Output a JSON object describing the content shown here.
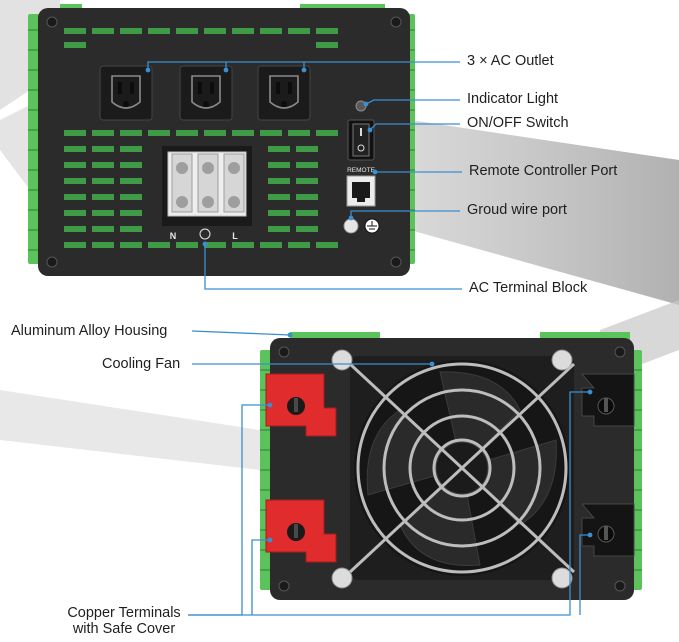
{
  "labels": {
    "ac_outlet": "3 × AC Outlet",
    "indicator_light": "Indicator Light",
    "on_off_switch": "ON/OFF Switch",
    "remote_port": "Remote Controller Port",
    "ground_port": "Groud wire port",
    "ac_terminal": "AC Terminal Block",
    "housing": "Aluminum Alloy Housing",
    "cooling_fan": "Cooling Fan",
    "copper_terminals_line1": "Copper Terminals",
    "copper_terminals_line2": "with Safe Cover"
  },
  "panel_marks": {
    "remote": "REMOTE",
    "neutral": "N",
    "live": "L"
  },
  "colors": {
    "line": "#3a8fd0",
    "body": "#2b2b2b",
    "fins": "#5cc35c",
    "red": "#e02c2c"
  }
}
